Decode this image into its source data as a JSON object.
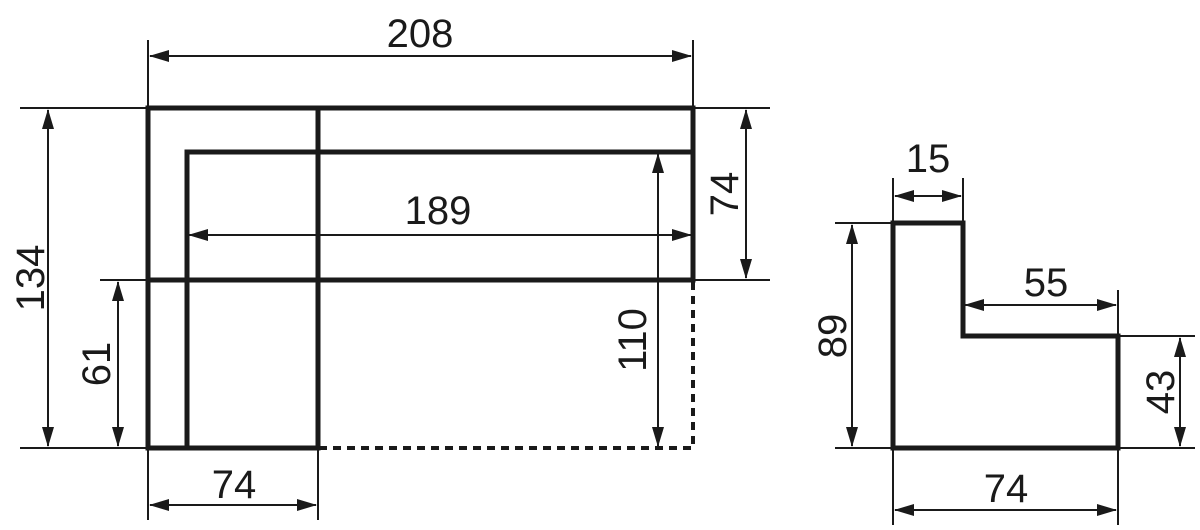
{
  "dimensions": {
    "sofa_total_width": "208",
    "sofa_inner_width": "189",
    "sofa_depth": "74",
    "sofa_total_length": "134",
    "sofa_corner_length": "61",
    "sofa_chaise_length": "110",
    "sofa_chaise_width": "74",
    "profile_arm_width": "15",
    "profile_seat_depth": "55",
    "profile_total_height": "89",
    "profile_seat_height": "43",
    "profile_total_depth": "74"
  }
}
